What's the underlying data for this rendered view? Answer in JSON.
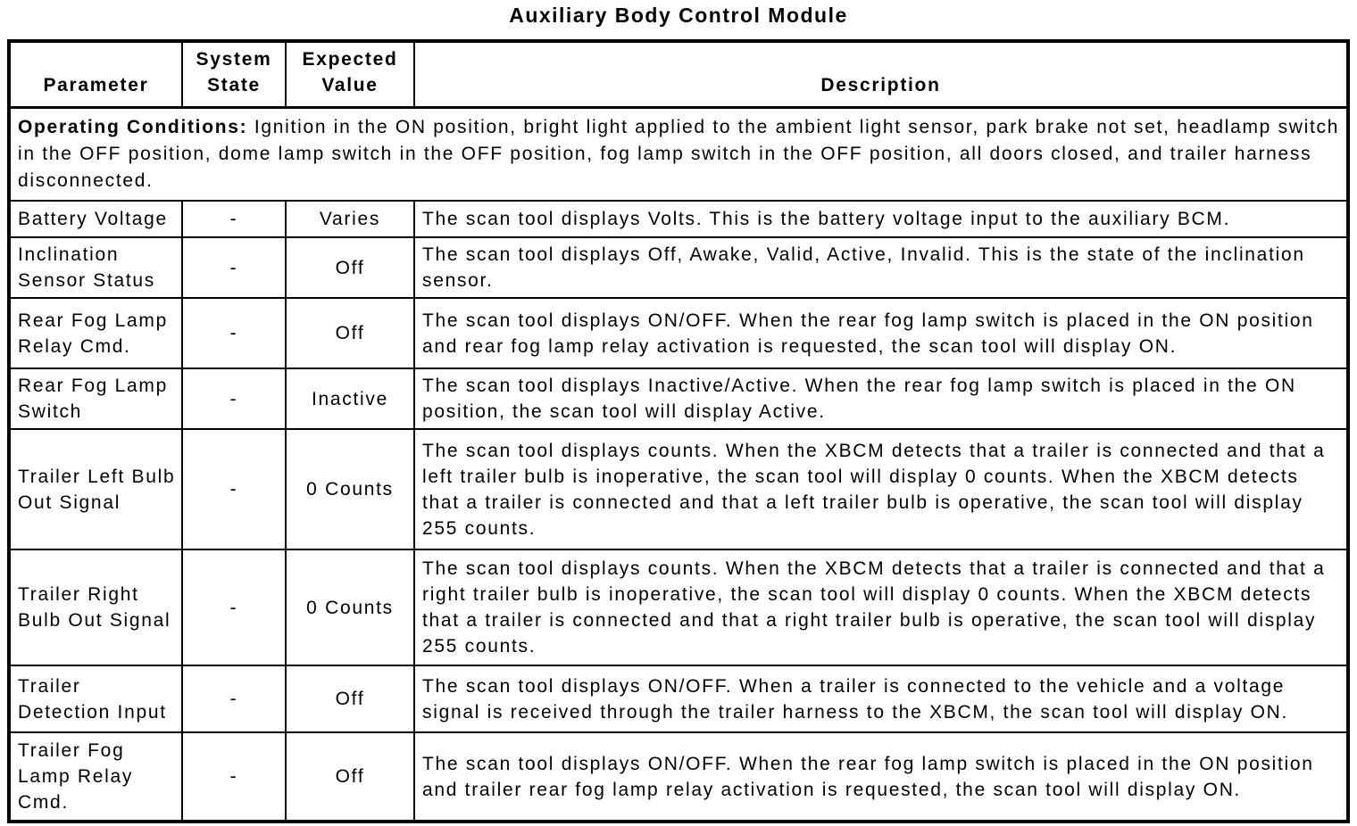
{
  "title": "Auxiliary Body Control Module",
  "table": {
    "headers": {
      "parameter": "Parameter",
      "system_state": "System State",
      "expected_value": "Expected Value",
      "description": "Description"
    },
    "operating_conditions": {
      "label": "Operating Conditions:",
      "text": " Ignition in the ON position, bright light applied to the ambient light sensor, park brake not set, headlamp switch in the OFF position, dome lamp switch in the OFF position, fog lamp switch in the OFF position, all doors closed, and trailer harness disconnected."
    },
    "rows": [
      {
        "parameter": "Battery Voltage",
        "system_state": "-",
        "expected_value": "Varies",
        "description": "The scan tool displays Volts. This is the battery voltage input to the auxiliary BCM."
      },
      {
        "parameter": "Inclination Sensor Status",
        "system_state": "-",
        "expected_value": "Off",
        "description": "The scan tool displays Off, Awake, Valid, Active, Invalid. This is the state of the inclination sensor."
      },
      {
        "parameter": "Rear Fog Lamp Relay Cmd.",
        "system_state": "-",
        "expected_value": "Off",
        "description": "The scan tool displays ON/OFF. When the rear fog lamp switch is placed in the ON position and rear fog lamp relay activation is requested, the scan tool will display ON."
      },
      {
        "parameter": "Rear Fog Lamp Switch",
        "system_state": "-",
        "expected_value": "Inactive",
        "description": "The scan tool displays Inactive/Active. When the rear fog lamp switch is placed in the ON position, the scan tool will display Active."
      },
      {
        "parameter": "Trailer Left Bulb Out Signal",
        "system_state": "-",
        "expected_value": "0 Counts",
        "description": "The scan tool displays counts. When the XBCM detects that a trailer is connected and that a left trailer bulb is inoperative, the scan tool will display 0 counts. When the XBCM detects that a trailer is connected and that a left trailer bulb is operative, the scan tool will display 255 counts."
      },
      {
        "parameter": "Trailer Right Bulb Out Signal",
        "system_state": "-",
        "expected_value": "0 Counts",
        "description": "The scan tool displays counts. When the XBCM detects that a trailer is connected and that a right trailer bulb is inoperative, the scan tool will display 0 counts. When the XBCM detects that a trailer is connected and that a right trailer bulb is operative, the scan tool will display 255 counts."
      },
      {
        "parameter": "Trailer Detection Input",
        "system_state": "-",
        "expected_value": "Off",
        "description": "The scan tool displays ON/OFF. When a trailer is connected to the vehicle and a voltage signal is received through the trailer harness to the XBCM, the scan tool will display ON."
      },
      {
        "parameter": "Trailer Fog Lamp Relay Cmd.",
        "system_state": "-",
        "expected_value": "Off",
        "description": "The scan tool displays ON/OFF. When the rear fog lamp switch is placed in the ON position and trailer rear fog lamp relay activation is requested, the scan tool will display ON."
      }
    ]
  }
}
